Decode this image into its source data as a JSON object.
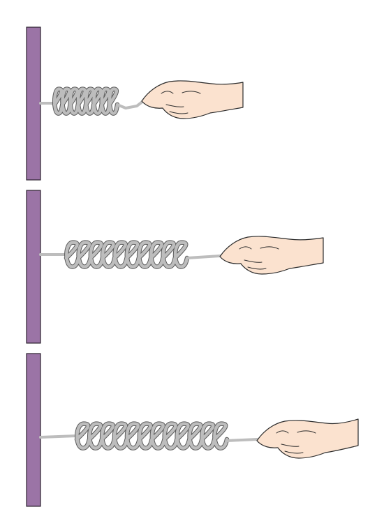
{
  "panels": [
    {
      "id": "compressed",
      "coils": 8,
      "state": "compressed"
    },
    {
      "id": "stretched",
      "coils": 10,
      "state": "stretched"
    },
    {
      "id": "more-stretched",
      "coils": 12,
      "state": "more stretched"
    }
  ],
  "colors": {
    "wall": "#9b74a6",
    "wall_edge": "#2c2230",
    "spring": "#bdbdbd",
    "spring_edge": "#5b5b5b",
    "skin": "#fbe2cf",
    "skin_line": "#2b2b2b"
  },
  "icons": [
    "wall-block",
    "spring-coil",
    "hand-icon"
  ]
}
